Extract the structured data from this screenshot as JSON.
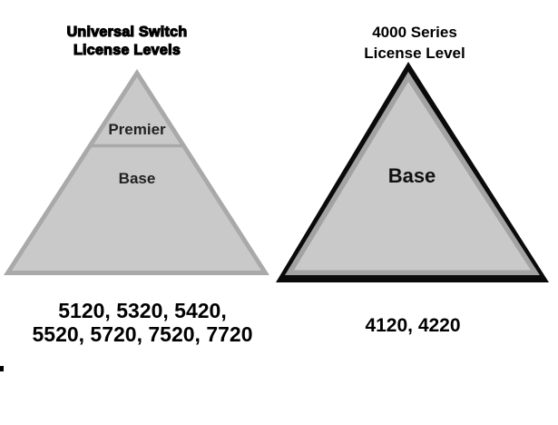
{
  "left_diagram": {
    "title_line1": "Universal Switch",
    "title_line2": "License Levels",
    "tiers": {
      "top": "Premier",
      "bottom": "Base"
    },
    "models_line1": "5120, 5320, 5420,",
    "models_line2": "5520, 5720, 7520, 7720"
  },
  "right_diagram": {
    "title_line1": "4000 Series",
    "title_line2": "License Level",
    "tier": "Base",
    "models": "4120, 4220"
  },
  "colors": {
    "background": "#ffffff",
    "pyramid_fill": "#c9c9c9",
    "pyramid_border": "#a9a9a9",
    "right_outer_border": "#0a0a0a",
    "right_inner_border": "#a3a3a3",
    "text": "#000000"
  }
}
